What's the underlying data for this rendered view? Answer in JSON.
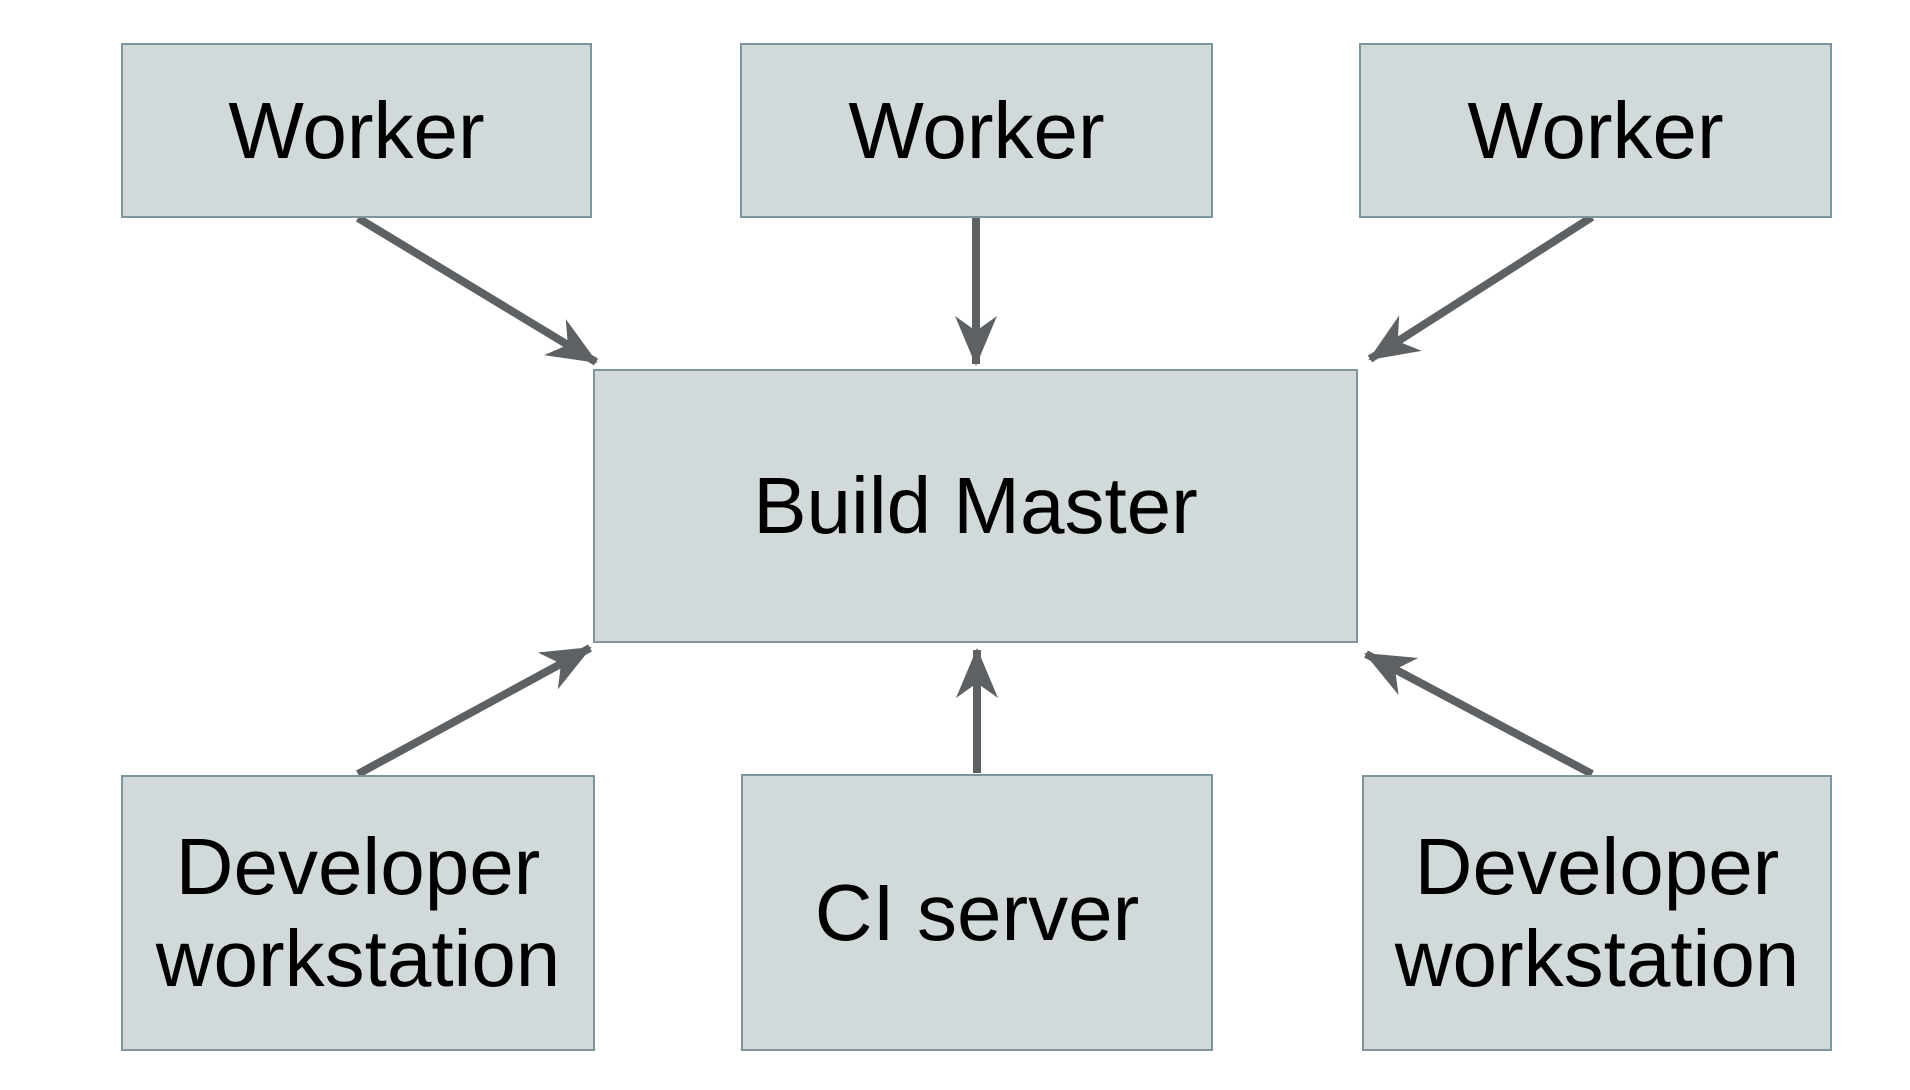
{
  "diagram": {
    "nodes": {
      "worker_1": {
        "label": "Worker"
      },
      "worker_2": {
        "label": "Worker"
      },
      "worker_3": {
        "label": "Worker"
      },
      "build_master": {
        "label": "Build Master"
      },
      "dev_workstation_1": {
        "label": "Developer workstation"
      },
      "ci_server": {
        "label": "CI server"
      },
      "dev_workstation_2": {
        "label": "Developer workstation"
      }
    },
    "edges": [
      {
        "from": "worker_1",
        "to": "build_master"
      },
      {
        "from": "worker_2",
        "to": "build_master"
      },
      {
        "from": "worker_3",
        "to": "build_master"
      },
      {
        "from": "dev_workstation_1",
        "to": "build_master"
      },
      {
        "from": "ci_server",
        "to": "build_master"
      },
      {
        "from": "dev_workstation_2",
        "to": "build_master"
      }
    ]
  },
  "colors": {
    "background": "#ffffff",
    "node_fill": "#d1d9da",
    "node_border": "#7f959d",
    "arrow": "#5d6164",
    "text": "#000000"
  }
}
